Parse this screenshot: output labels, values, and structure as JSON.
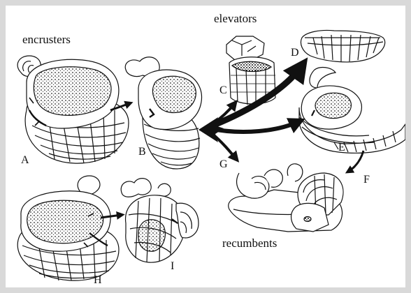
{
  "groups": {
    "encrusters": "encrusters",
    "elevators": "elevators",
    "recumbents": "recumbents"
  },
  "specimens": {
    "A": "A",
    "B": "B",
    "C": "C",
    "D": "D",
    "E": "E",
    "F": "F",
    "G": "G",
    "H": "H",
    "I": "I"
  },
  "colors": {
    "background": "#d9d9d9",
    "panel": "#ffffff",
    "ink": "#111111"
  }
}
